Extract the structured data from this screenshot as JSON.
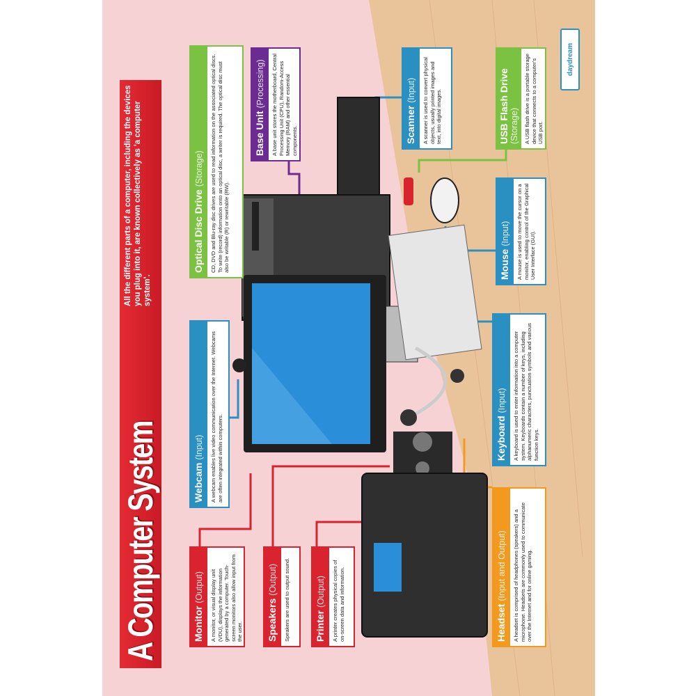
{
  "title": "A Computer System",
  "subtitle": "All the different parts of a computer, including the devices you plug into it, are known collectively as 'a computer system'.",
  "logo": "daydream",
  "colors": {
    "output": "#d9232e",
    "storage": "#7cc242",
    "processing": "#6b2c91",
    "input": "#2a8fc1",
    "io": "#f39a1e"
  },
  "boxes": {
    "optical": {
      "name": "Optical Disc Drive",
      "category": "(Storage)",
      "text": "CD, DVD and Blu-ray disc drives are used to read information on the associated optical discs. To write (record) information onto an optical disc, a writer is required. The optical disc must also be writable (R) or rewritable (RW)."
    },
    "base": {
      "name": "Base Unit",
      "category": "(Processing)",
      "text": "A base unit stores the motherboard, Central Processing Unit (CPU), Random-Access Memory (RAM) and other essential components."
    },
    "scanner": {
      "name": "Scanner",
      "category": "(Input)",
      "text": "A scanner is used to convert physical objects, usually printed images and text, into digital images."
    },
    "usb": {
      "name": "USB Flash Drive",
      "category": "(Storage)",
      "text": "A USB flash drive is a portable storage device that connects to a computer's USB port."
    },
    "mouse": {
      "name": "Mouse",
      "category": "(Input)",
      "text": "A mouse is used to move the cursor on a monitor, enabling control of the Graphical User Interface (GUI)."
    },
    "keyboard": {
      "name": "Keyboard",
      "category": "(Input)",
      "text": "A keyboard is used to enter information into a computer system. Keyboards contain a number of keys, including alphanumeric characters, punctuation symbols and various function keys."
    },
    "headset": {
      "name": "Headset",
      "category": "(Input and Output)",
      "text": "A headset is comprised of headphones (speakers) and a microphone. Headsets are commonly used to communicate over the Internet and for online gaming."
    },
    "webcam": {
      "name": "Webcam",
      "category": "(Input)",
      "text": "A webcam enables live video communication over the Internet. Webcams are often integrated within computers."
    },
    "monitor": {
      "name": "Monitor",
      "category": "(Output)",
      "text": "A monitor, or visual display unit (VDU), displays the information generated by a computer. Touch-screen monitors also allow input from the user."
    },
    "speakers": {
      "name": "Speakers",
      "category": "(Output)",
      "text": "Speakers are used to output sound."
    },
    "printer": {
      "name": "Printer",
      "category": "(Output)",
      "text": "A printer creates physical copies of on-screen data and information."
    }
  }
}
